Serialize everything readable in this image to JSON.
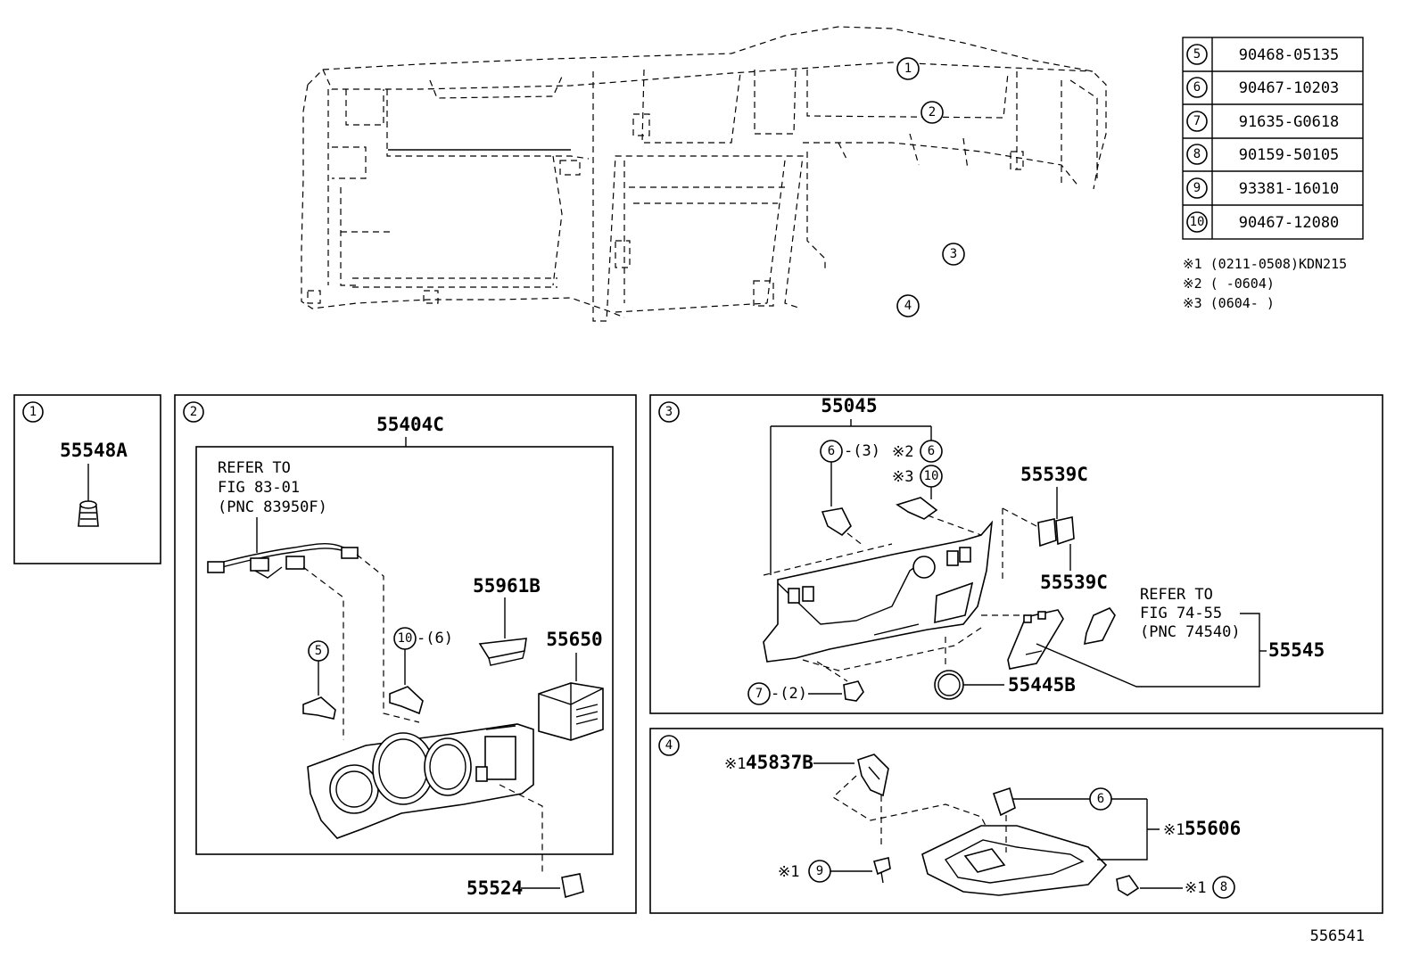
{
  "fastener_table": [
    {
      "ref": "5",
      "part": "90468-05135"
    },
    {
      "ref": "6",
      "part": "90467-10203"
    },
    {
      "ref": "7",
      "part": "91635-G0618"
    },
    {
      "ref": "8",
      "part": "90159-50105"
    },
    {
      "ref": "9",
      "part": "93381-16010"
    },
    {
      "ref": "10",
      "part": "90467-12080"
    }
  ],
  "footnotes": [
    "※1 (0211-0508)KDN215",
    "※2 (      -0604)",
    "※3 (0604-      )"
  ],
  "overview_callouts": [
    "1",
    "2",
    "3",
    "4"
  ],
  "panel1": {
    "label": "1",
    "parts": {
      "clip": "55548A"
    }
  },
  "panel2": {
    "label": "2",
    "assembly": "55404C",
    "refer_note": [
      "REFER TO",
      "FIG 83-01",
      "(PNC 83950F)"
    ],
    "parts": {
      "bracket": "55961B",
      "register": "55650",
      "switch": "55524"
    },
    "callouts": {
      "five": "5",
      "ten": "10",
      "ten_qty": "-(6)"
    }
  },
  "panel3": {
    "label": "3",
    "assembly": "55045",
    "parts": {
      "clip_upper": "55539C",
      "clip_lower": "55539C",
      "ring": "55445B",
      "cover": "55545"
    },
    "refer_note": [
      "REFER TO",
      "FIG 74-55",
      "(PNC 74540)"
    ],
    "callouts": {
      "six_a": "6",
      "six_a_qty": "-(3)",
      "note2": "※2",
      "six_b": "6",
      "note3": "※3",
      "ten": "10",
      "seven": "7",
      "seven_qty": "-(2)"
    }
  },
  "panel4": {
    "label": "4",
    "parts": {
      "bracket_note": "※1",
      "bracket": "45837B",
      "tray_note": "※1",
      "tray": "55606"
    },
    "callouts": {
      "six": "6",
      "nine_note": "※1",
      "nine": "9",
      "eight_note": "※1",
      "eight": "8"
    }
  },
  "drawing_id": "556541"
}
